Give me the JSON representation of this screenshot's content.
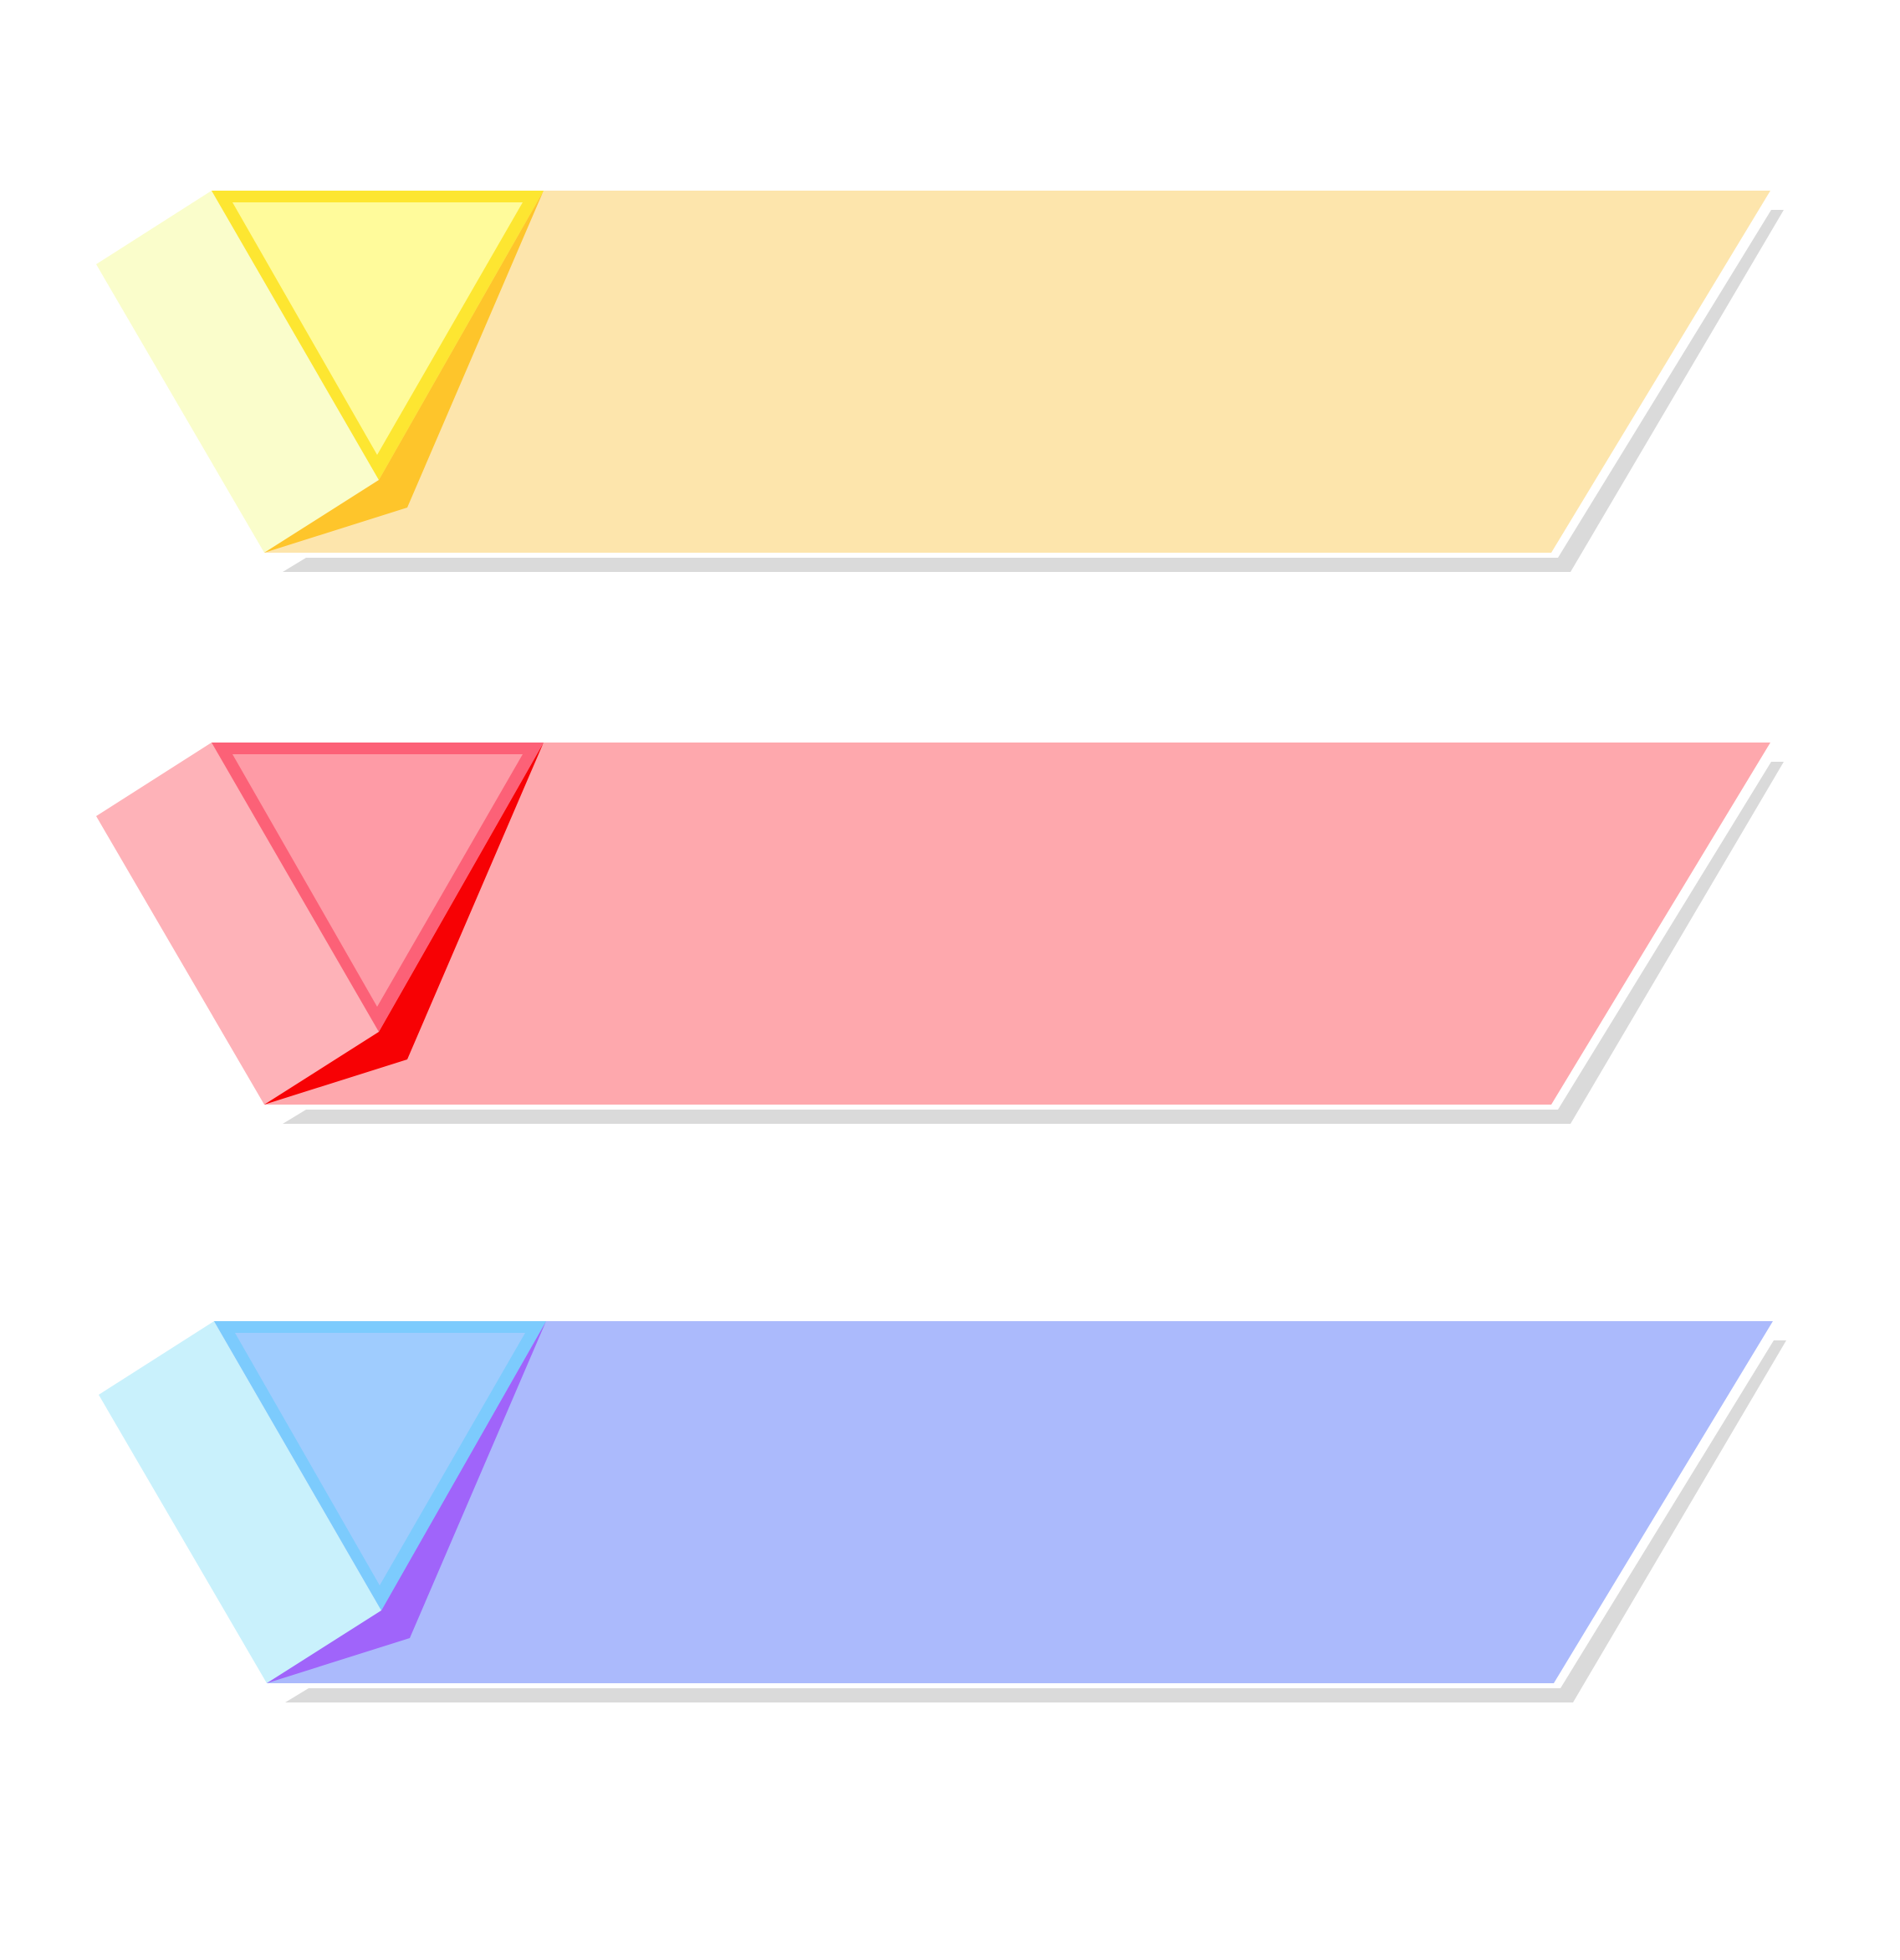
{
  "diagram": {
    "type": "banner-stack",
    "background": "#ffffff",
    "shadow_color": "#dadada",
    "banners": [
      {
        "id": "yellow",
        "main_color": "#fde5ac",
        "side_color": "#fafdcb",
        "triangle_fill": "#fffb9b",
        "triangle_stroke": "#fde631",
        "fold_color": "#fec52b"
      },
      {
        "id": "red",
        "main_color": "#fea8ad",
        "side_color": "#feb2b8",
        "triangle_fill": "#fe9ba6",
        "triangle_stroke": "#fc6177",
        "fold_color": "#f70104"
      },
      {
        "id": "blue",
        "main_color": "#abbafc",
        "side_color": "#c9f1fc",
        "triangle_fill": "#9fccfe",
        "triangle_stroke": "#7ccbfd",
        "fold_color": "#a064fa"
      }
    ]
  }
}
